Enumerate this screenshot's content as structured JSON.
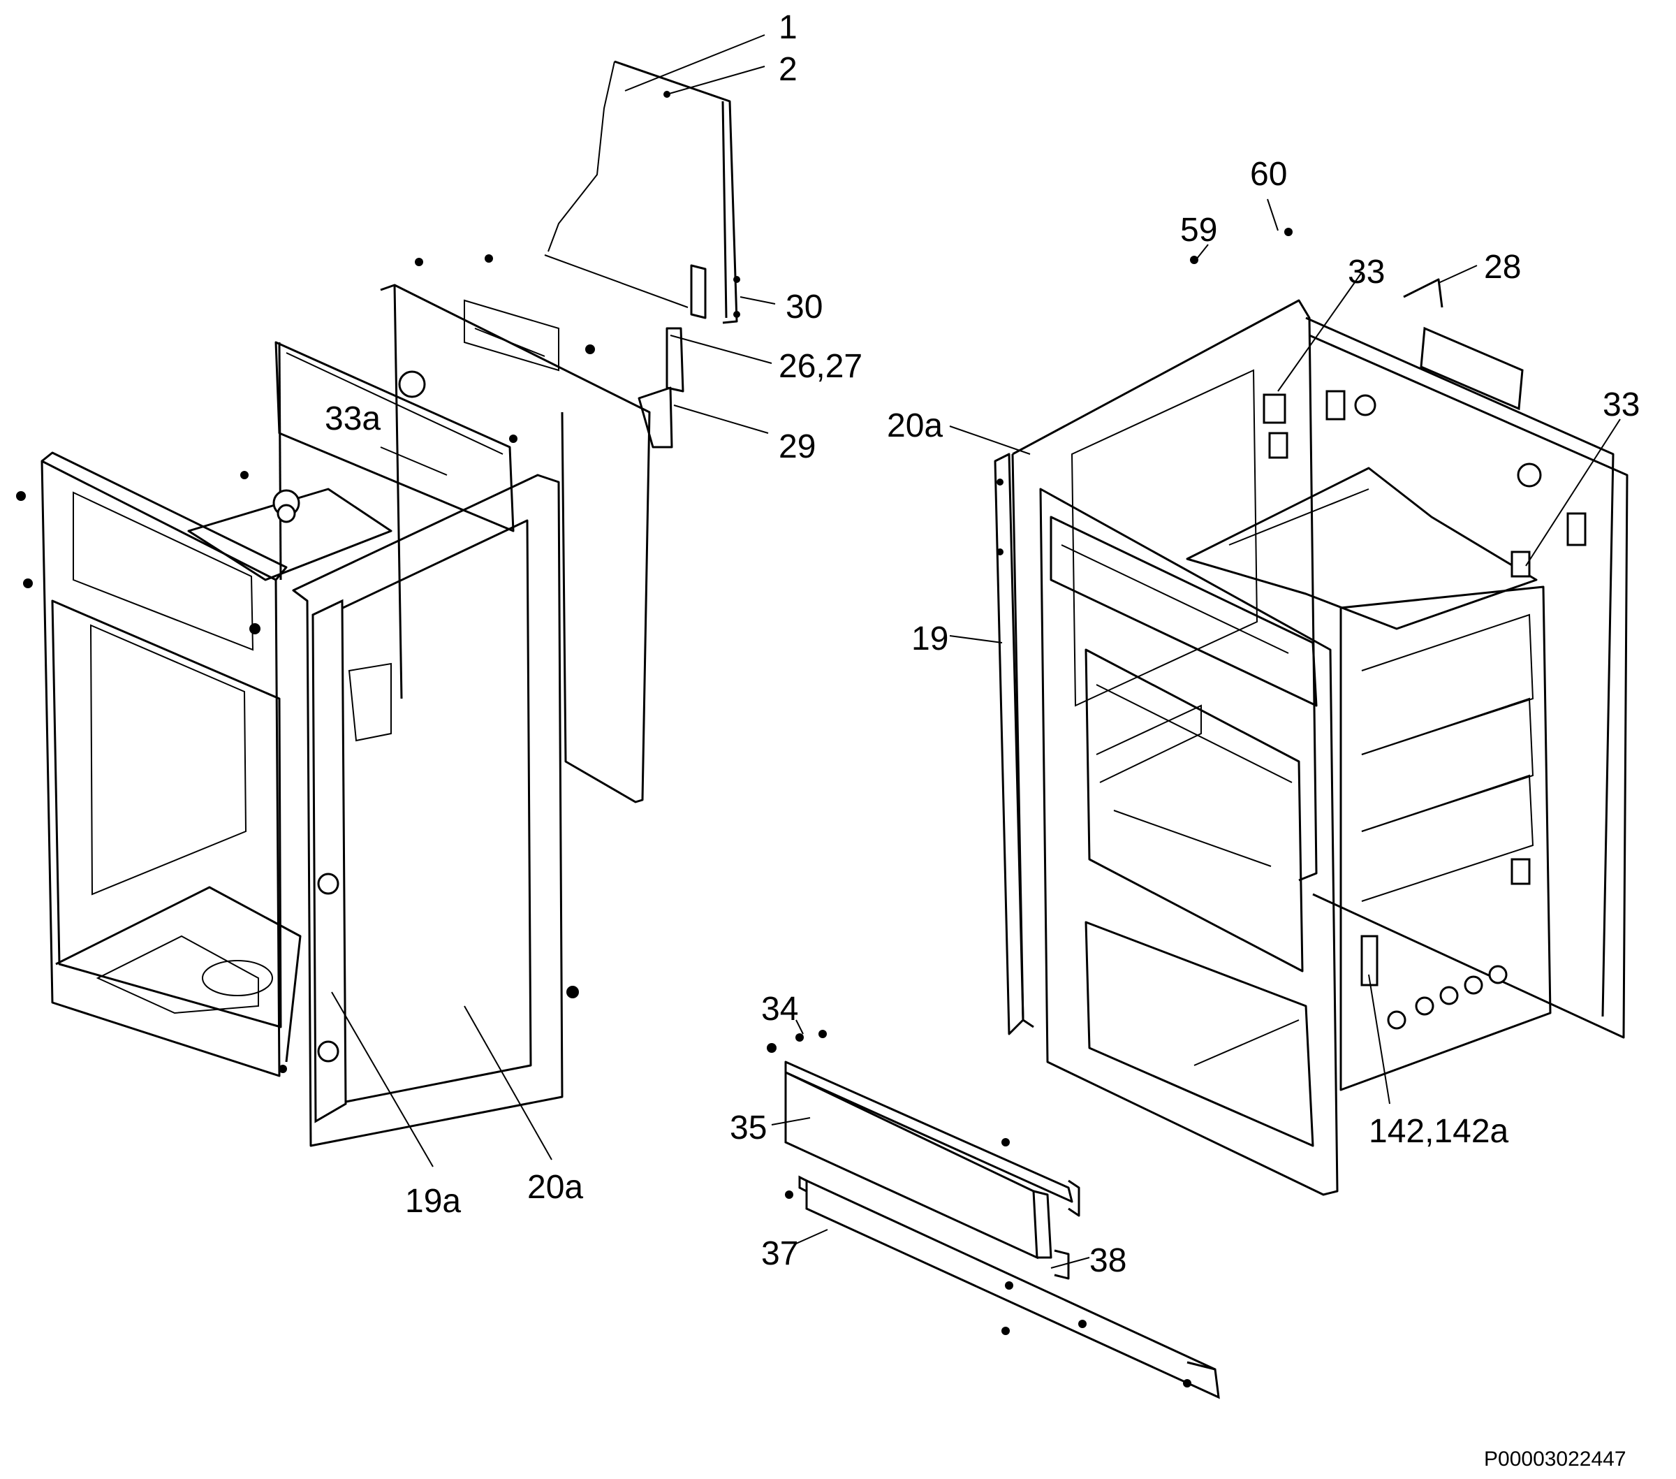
{
  "callouts": {
    "c1": "1",
    "c2": "2",
    "c30": "30",
    "c26_27": "26,27",
    "c29": "29",
    "c33a": "33a",
    "c19a": "19a",
    "c20a_left": "20a",
    "c60": "60",
    "c59": "59",
    "c33_top": "33",
    "c28": "28",
    "c20a_right": "20a",
    "c33_right": "33",
    "c19": "19",
    "c142": "142,142a",
    "c34": "34",
    "c35": "35",
    "c37": "37",
    "c38": "38"
  },
  "document_id": "P00003022447"
}
